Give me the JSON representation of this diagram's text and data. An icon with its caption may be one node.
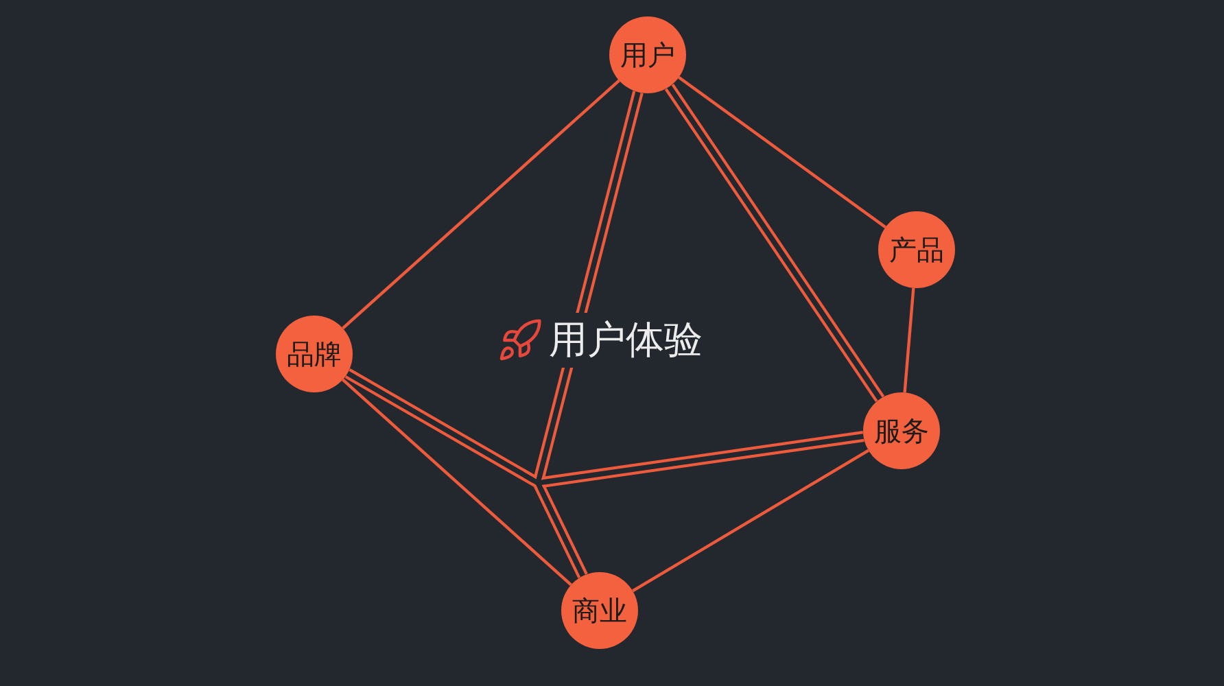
{
  "diagram": {
    "title": "用户体验",
    "nodes": [
      {
        "text": [
          "用户"
        ]
      },
      {
        "text": [
          "产品"
        ]
      },
      {
        "text": [
          "品牌"
        ]
      },
      {
        "text": [
          "服务"
        ]
      },
      {
        "text": [
          "商业"
        ]
      }
    ],
    "edges": [
      {
        "from": 0,
        "to": 2,
        "arrow": "none"
      },
      {
        "from": 0,
        "to": 1,
        "arrow": "none"
      },
      {
        "from": 0,
        "to": 3,
        "arrow": "none",
        "style": "thick"
      },
      {
        "from": 1,
        "to": 3,
        "arrow": "none"
      },
      {
        "from": 0,
        "to": 4,
        "arrow": "none",
        "style": "thick"
      },
      {
        "from": 2,
        "to": 3,
        "arrow": "none",
        "style": "thick"
      },
      {
        "from": 2,
        "to": 4,
        "arrow": "none"
      },
      {
        "from": 3,
        "to": 4,
        "arrow": "none"
      }
    ]
  }
}
